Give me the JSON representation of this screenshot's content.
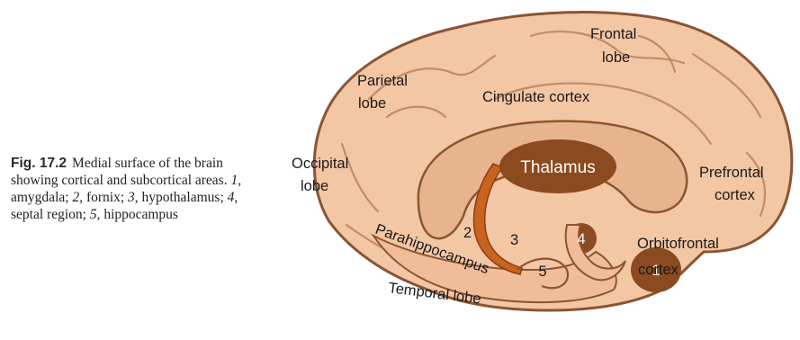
{
  "caption": {
    "fig_label": "Fig. 17.2",
    "segments": [
      {
        "text": "Medial surface of the brain showing cortical and subcortical areas. ",
        "italic": false
      },
      {
        "text": "1",
        "italic": true
      },
      {
        "text": ", amygdala; ",
        "italic": false
      },
      {
        "text": "2",
        "italic": true
      },
      {
        "text": ", fornix; ",
        "italic": false
      },
      {
        "text": "3",
        "italic": true
      },
      {
        "text": ", hypothalamus; ",
        "italic": false
      },
      {
        "text": "4",
        "italic": true
      },
      {
        "text": ", septal region; ",
        "italic": false
      },
      {
        "text": "5",
        "italic": true
      },
      {
        "text": ", hippocampus",
        "italic": false
      }
    ]
  },
  "labels": {
    "frontal_1": "Frontal",
    "frontal_2": "lobe",
    "parietal_1": "Parietal",
    "parietal_2": "lobe",
    "cingulate": "Cingulate cortex",
    "occipital_1": "Occipital",
    "occipital_2": "lobe",
    "thalamus": "Thalamus",
    "prefrontal_1": "Prefrontal",
    "prefrontal_2": "cortex",
    "num_2": "2",
    "num_3": "3",
    "num_4": "4",
    "num_5": "5",
    "num_1": "1",
    "orbitofrontal_1": "Orbitofrontal",
    "orbitofrontal_2": "cortex",
    "parahippocampus": "Parahippocampus",
    "temporal": "Temporal lobe"
  },
  "colors": {
    "cortex_fill": "#f3c6a4",
    "cortex_outline": "#8a5535",
    "structure_brown": "#8b4a1f",
    "fornix_orange": "#c8641e"
  }
}
